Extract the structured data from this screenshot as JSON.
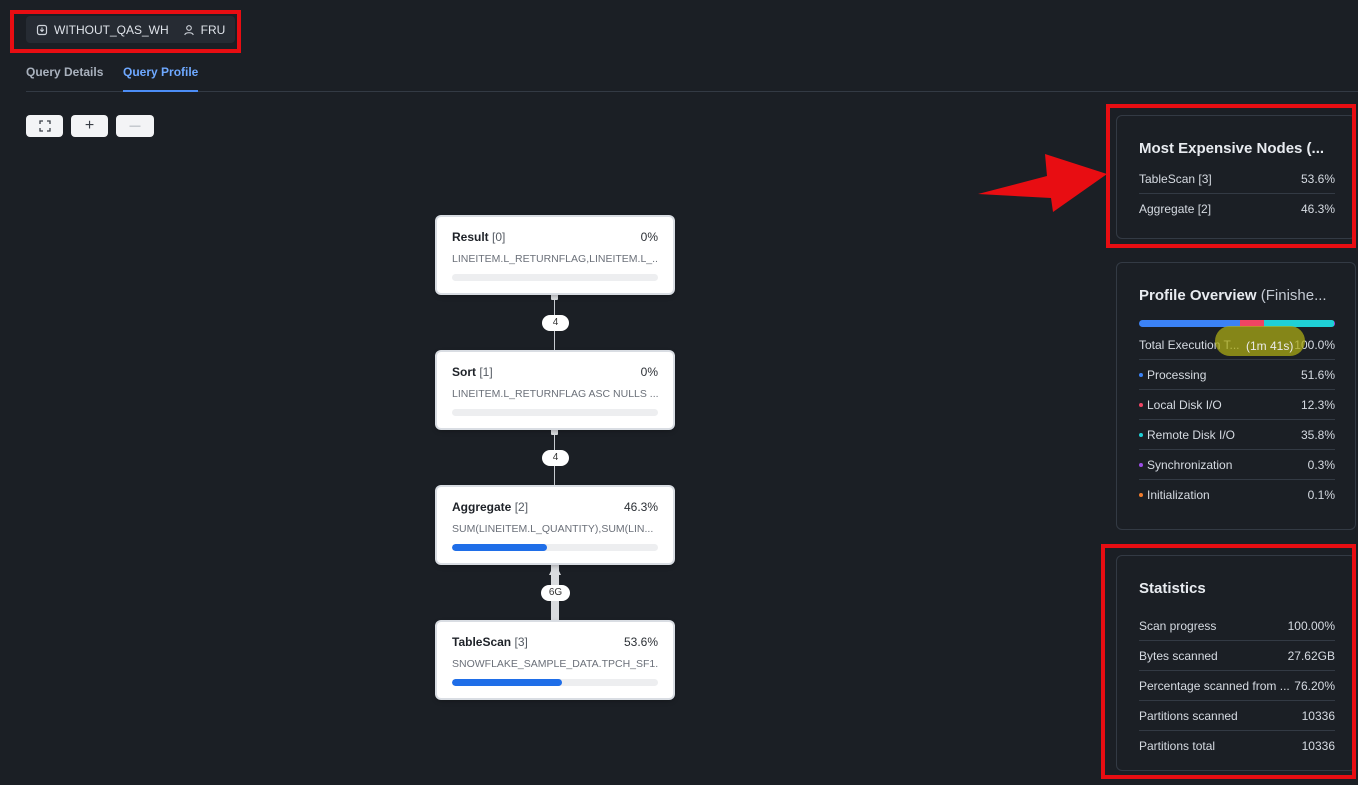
{
  "header": {
    "warehouse": "WITHOUT_QAS_WH",
    "user": "FRU",
    "warehouse_icon": "warehouse-icon",
    "user_icon": "user-icon"
  },
  "tabs": [
    {
      "label": "Query Details",
      "active": false
    },
    {
      "label": "Query Profile",
      "active": true
    }
  ],
  "zoom": {
    "fit": "⛶",
    "in": "+",
    "out": "—"
  },
  "nodes": [
    {
      "name": "Result",
      "id": "[0]",
      "percent": "0%",
      "detail": "LINEITEM.L_RETURNFLAG,LINEITEM.L_...",
      "progress": 0
    },
    {
      "name": "Sort",
      "id": "[1]",
      "percent": "0%",
      "detail": "LINEITEM.L_RETURNFLAG ASC NULLS ...",
      "progress": 0
    },
    {
      "name": "Aggregate",
      "id": "[2]",
      "percent": "46.3%",
      "detail": "SUM(LINEITEM.L_QUANTITY),SUM(LIN...",
      "progress": 0.463
    },
    {
      "name": "TableScan",
      "id": "[3]",
      "percent": "53.6%",
      "detail": "SNOWFLAKE_SAMPLE_DATA.TPCH_SF1...",
      "progress": 0.536
    }
  ],
  "edges": [
    "4",
    "4",
    "6G"
  ],
  "expensive": {
    "title": "Most Expensive Nodes (...",
    "rows": [
      {
        "label": "TableScan [3]",
        "value": "53.6%"
      },
      {
        "label": "Aggregate [2]",
        "value": "46.3%"
      }
    ]
  },
  "overview": {
    "title": "Profile Overview",
    "subtitle": "(Finishe...",
    "total_label": "Total Execution T...",
    "total_time": "(1m 41s)",
    "total_value": "100.0%",
    "rows": [
      {
        "label": "Processing",
        "value": "51.6%",
        "color": "#3b82f6"
      },
      {
        "label": "Local Disk I/O",
        "value": "12.3%",
        "color": "#f04463"
      },
      {
        "label": "Remote Disk I/O",
        "value": "35.8%",
        "color": "#1fd0d6"
      },
      {
        "label": "Synchronization",
        "value": "0.3%",
        "color": "#9b4de6"
      },
      {
        "label": "Initialization",
        "value": "0.1%",
        "color": "#f07b2c"
      }
    ]
  },
  "statistics": {
    "title": "Statistics",
    "rows": [
      {
        "label": "Scan progress",
        "value": "100.00%"
      },
      {
        "label": "Bytes scanned",
        "value": "27.62GB"
      },
      {
        "label": "Percentage scanned from ...",
        "value": "76.20%"
      },
      {
        "label": "Partitions scanned",
        "value": "10336"
      },
      {
        "label": "Partitions total",
        "value": "10336"
      }
    ]
  },
  "annotation_color": "#e80d12"
}
